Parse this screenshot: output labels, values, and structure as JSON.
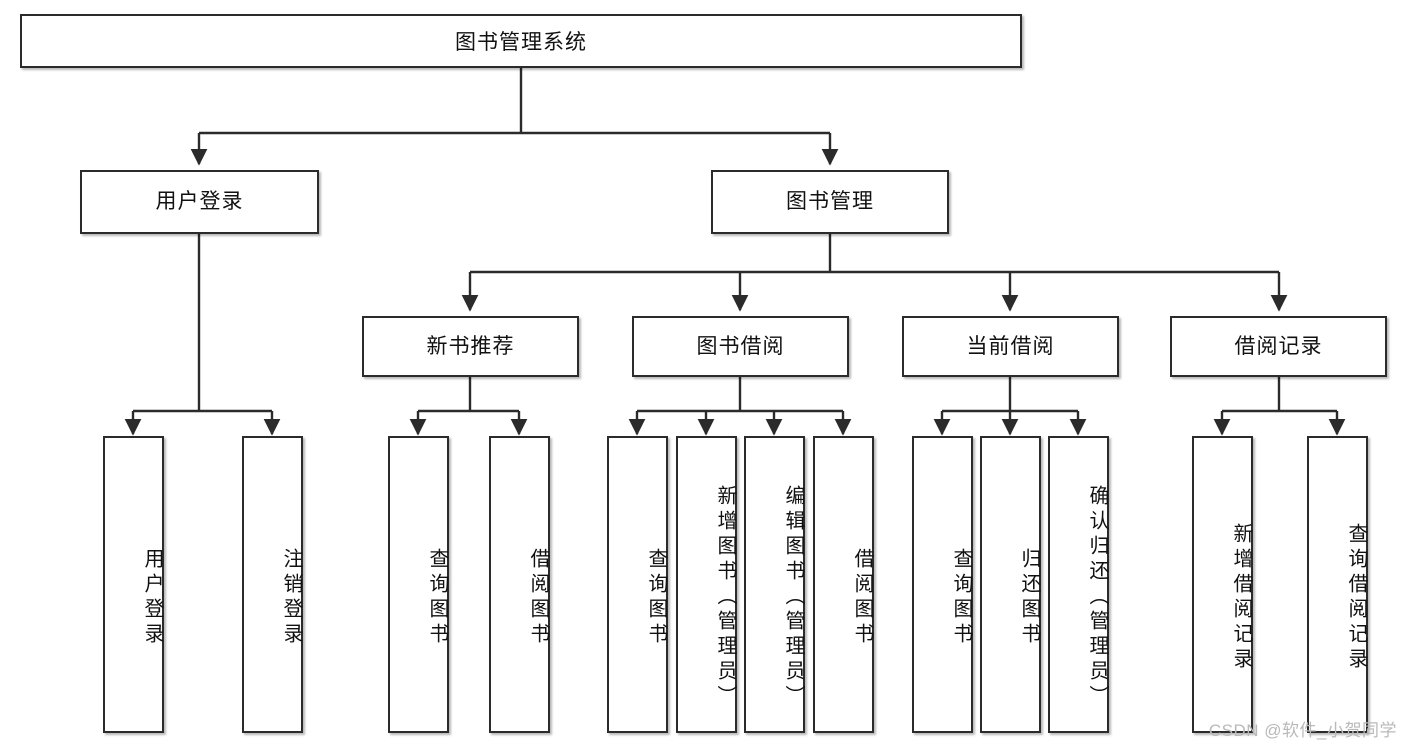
{
  "diagram": {
    "title": "图书管理系统",
    "type": "tree-hierarchy-chart",
    "watermark": "CSDN @软件_小贺同学",
    "colors": {
      "border": "#2b2b2b",
      "background": "#ffffff",
      "text": "#111111",
      "watermark": "#b9b9b9"
    },
    "levels": {
      "root": {
        "label": "图书管理系统"
      },
      "level2": [
        {
          "label": "用户登录"
        },
        {
          "label": "图书管理"
        }
      ],
      "level3": [
        {
          "label": "新书推荐"
        },
        {
          "label": "图书借阅"
        },
        {
          "label": "当前借阅"
        },
        {
          "label": "借阅记录"
        }
      ],
      "leaves": [
        {
          "label": "用户登录"
        },
        {
          "label": "注销登录"
        },
        {
          "label": "查询图书"
        },
        {
          "label": "借阅图书"
        },
        {
          "label": "查询图书"
        },
        {
          "label": "新增图书（管理员）"
        },
        {
          "label": "编辑图书（管理员）"
        },
        {
          "label": "借阅图书"
        },
        {
          "label": "查询图书"
        },
        {
          "label": "归还图书"
        },
        {
          "label": "确认归还（管理员）"
        },
        {
          "label": "新增借阅记录"
        },
        {
          "label": "查询借阅记录"
        }
      ]
    }
  }
}
